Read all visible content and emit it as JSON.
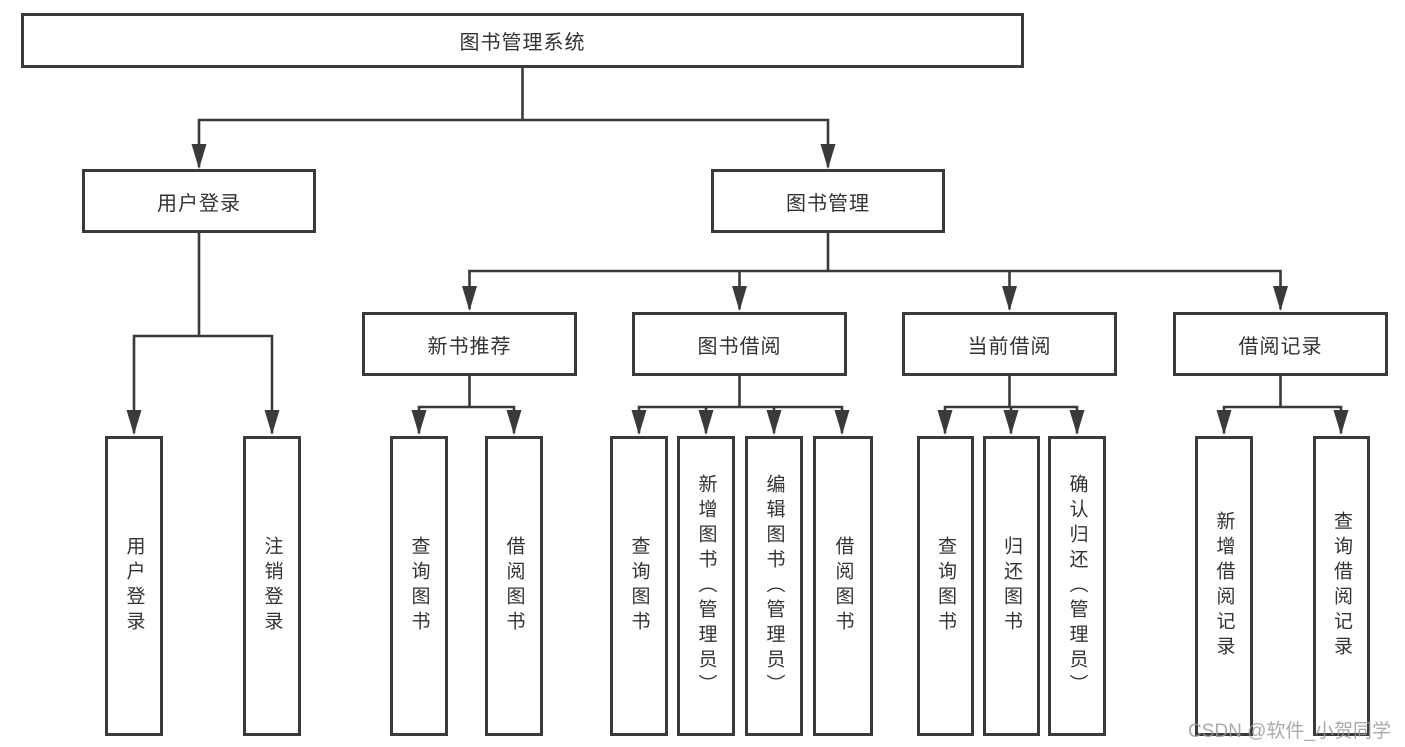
{
  "diagram": {
    "type": "tree",
    "title": "图书管理系统",
    "colors": {
      "background": "#ffffff",
      "box_fill": "#ffffff",
      "box_border": "#3a3a3a",
      "line": "#3a3a3a",
      "text": "#333333",
      "watermark": "#9b9b9b"
    },
    "root": {
      "label": "图书管理系统"
    },
    "level2": [
      {
        "label": "用户登录"
      },
      {
        "label": "图书管理"
      }
    ],
    "level3": [
      {
        "label": "新书推荐"
      },
      {
        "label": "图书借阅"
      },
      {
        "label": "当前借阅"
      },
      {
        "label": "借阅记录"
      }
    ],
    "leaves": {
      "user_login": [
        "用户登录",
        "注销登录"
      ],
      "new_book_recommend": [
        "查询图书",
        "借阅图书"
      ],
      "book_borrow": [
        "查询图书",
        "新增图书（管理员）",
        "编辑图书（管理员）",
        "借阅图书"
      ],
      "current_borrow": [
        "查询图书",
        "归还图书",
        "确认归还（管理员）"
      ],
      "borrow_records": [
        "新增借阅记录",
        "查询借阅记录"
      ]
    },
    "watermark": "CSDN @软件_小贺同学"
  }
}
